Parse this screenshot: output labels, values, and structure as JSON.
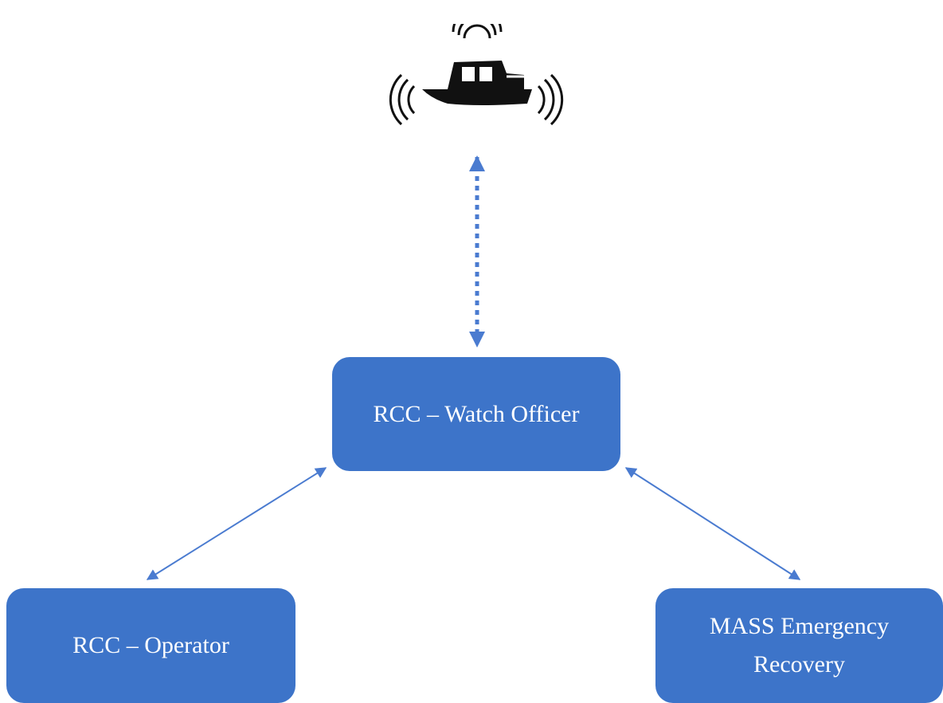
{
  "diagram": {
    "nodes": {
      "watch_officer": "RCC – Watch Officer",
      "operator": "RCC – Operator",
      "mass_recovery_line1": "MASS Emergency",
      "mass_recovery_line2": "Recovery"
    },
    "vessel_icon": "autonomous-ship-icon",
    "colors": {
      "box_fill": "#3d74c9",
      "box_text": "#ffffff",
      "connector": "#4a7bd0"
    },
    "links": [
      {
        "from": "vessel",
        "to": "watch_officer",
        "style": "dotted",
        "direction": "bidirectional"
      },
      {
        "from": "watch_officer",
        "to": "operator",
        "style": "solid",
        "direction": "bidirectional"
      },
      {
        "from": "watch_officer",
        "to": "mass_recovery",
        "style": "solid",
        "direction": "bidirectional"
      }
    ]
  }
}
